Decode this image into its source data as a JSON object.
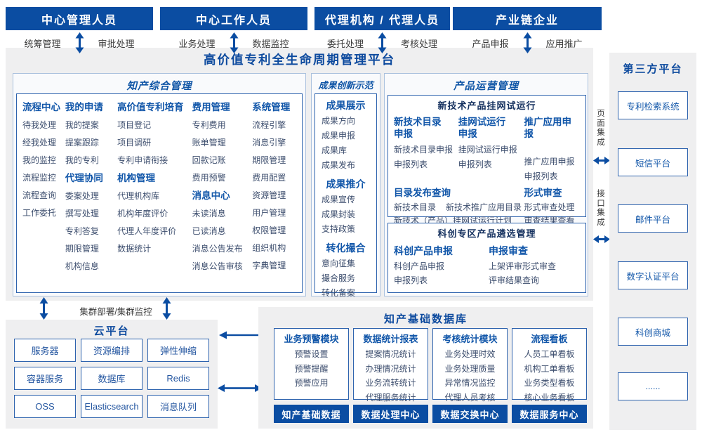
{
  "colors": {
    "accent": "#0b4da2",
    "title": "#0d4a9e",
    "sec-title": "#0f55a6",
    "col-hdr": "#1156a9",
    "item": "#3d4e6e",
    "panel": "#efeff0",
    "box-border": "#2e63ae",
    "dark-navy": "#14305e"
  },
  "top_groups": [
    {
      "title": "中心管理人员",
      "left_label": "统筹管理",
      "right_label": "审批处理"
    },
    {
      "title": "中心工作人员",
      "left_label": "业务处理",
      "right_label": "数据监控"
    },
    {
      "title": "代理机构 / 代理人员",
      "left_label": "委托处理",
      "right_label": "考核处理"
    },
    {
      "title": "产业链企业",
      "left_label": "产品申报",
      "right_label": "应用推广"
    }
  ],
  "platform": {
    "title": "高价值专利全生命周期管理平台",
    "ip_mgmt": {
      "title": "知产综合管理",
      "columns": [
        {
          "blocks": [
            {
              "header": "流程中心",
              "items": [
                "待我处理",
                "经我处理",
                "我的监控",
                "流程监控",
                "流程查询",
                "工作委托"
              ]
            }
          ]
        },
        {
          "blocks": [
            {
              "header": "我的申请",
              "items": [
                "我的提案",
                "提案跟踪",
                "我的专利"
              ]
            },
            {
              "header": "代理协同",
              "items": [
                "委案处理",
                "撰写处理",
                "专利答复",
                "期限管理",
                "机构信息"
              ]
            }
          ]
        },
        {
          "blocks": [
            {
              "header": "高价值专利培育",
              "items": [
                "项目登记",
                "项目调研",
                "专利申请衔接"
              ]
            },
            {
              "header": "机构管理",
              "items": [
                "代理机构库",
                "机构年度评价",
                "代理人年度评价",
                "数据统计"
              ]
            }
          ]
        },
        {
          "blocks": [
            {
              "header": "费用管理",
              "items": [
                "专利费用",
                "账单管理",
                "回款记账",
                "费用预警"
              ]
            },
            {
              "header": "消息中心",
              "items": [
                "未读消息",
                "已读消息",
                "消息公告发布",
                "消息公告审核"
              ]
            }
          ]
        },
        {
          "blocks": [
            {
              "header": "系统管理",
              "items": [
                "流程引擎",
                "消息引擎",
                "期限管理",
                "费用配置",
                "资源管理",
                "用户管理",
                "权限管理",
                "组织机构",
                "字典管理"
              ]
            }
          ]
        }
      ]
    },
    "achievement": {
      "title": "成果创新示范",
      "blocks": [
        {
          "header": "成果展示",
          "items": [
            "成果方向",
            "成果申报",
            "成果库",
            "成果发布"
          ]
        },
        {
          "header": "成果推介",
          "items": [
            "成果宣传",
            "成果封装",
            "支持政策"
          ]
        },
        {
          "header": "转化撮合",
          "items": [
            "意向征集",
            "撮合服务",
            "转化备案"
          ]
        }
      ]
    },
    "product_ops": {
      "title": "产品运营管理",
      "box1": {
        "title": "新技术产品挂网试运行",
        "columns": [
          {
            "header": "新技术目录申报",
            "items": [
              "新技术目录申报",
              "申报列表"
            ]
          },
          {
            "header": "挂网试运行申报",
            "items": [
              "挂网试运行申报",
              "申报列表"
            ]
          },
          {
            "header": "推广应用申报",
            "items": [
              "推广应用申报",
              "申报列表"
            ]
          }
        ],
        "catalog": {
          "header": "目录发布查询",
          "row1_left": "新技术目录",
          "row1_right": "新技术推广应用目录",
          "row2": "新技术（产品）挂网试运行计划"
        },
        "review": {
          "header": "形式审查",
          "items": [
            "形式审查处理",
            "审查结果查看"
          ]
        }
      },
      "box2": {
        "title": "科创专区产品遴选管理",
        "columns": [
          {
            "header": "科创产品申报",
            "items": [
              "科创产品申报",
              "申报列表"
            ]
          },
          {
            "header": "申报审查",
            "items": [
              "上架评审形式审查",
              "评审结果查询"
            ]
          }
        ]
      }
    }
  },
  "integration": {
    "page_label": "页面集成",
    "api_label": "接口集成"
  },
  "third_party": {
    "title": "第三方平台",
    "items": [
      "专利检索系统",
      "短信平台",
      "邮件平台",
      "数字认证平台",
      "科创商城",
      "......"
    ]
  },
  "cluster_label": "集群部署/集群监控",
  "cloud": {
    "title": "云平台",
    "cells": [
      "服务器",
      "资源编排",
      "弹性伸缩",
      "容器服务",
      "数据库",
      "Redis",
      "OSS",
      "Elasticsearch",
      "消息队列"
    ]
  },
  "database": {
    "title": "知产基础数据库",
    "modules": [
      {
        "header": "业务预警模块",
        "items": [
          "预警设置",
          "预警提醒",
          "预警应用"
        ],
        "bar": "知产基础数据"
      },
      {
        "header": "数据统计报表",
        "items": [
          "提案情况统计",
          "办理情况统计",
          "业务流转统计",
          "代理服务统计"
        ],
        "bar": "数据处理中心"
      },
      {
        "header": "考核统计模块",
        "items": [
          "业务处理时效",
          "业务处理质量",
          "异常情况监控",
          "代理人员考核"
        ],
        "bar": "数据交换中心"
      },
      {
        "header": "流程看板",
        "items": [
          "人员工单看板",
          "机构工单看板",
          "业务类型看板",
          "核心业务看板"
        ],
        "bar": "数据服务中心"
      }
    ]
  }
}
